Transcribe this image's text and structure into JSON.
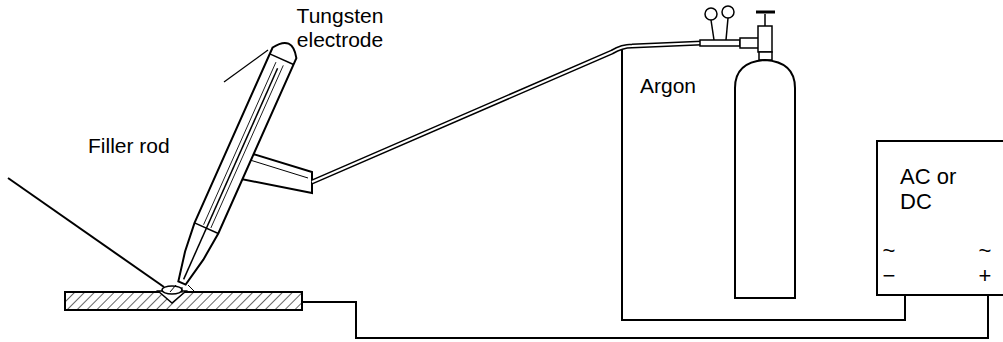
{
  "diagram": {
    "nodes": [
      {
        "text": [
          "AC or DC",
          "~ −",
          "~ +"
        ]
      }
    ],
    "labels": [
      "Tungsten electrode",
      "Filler rod",
      "Argon"
    ]
  }
}
